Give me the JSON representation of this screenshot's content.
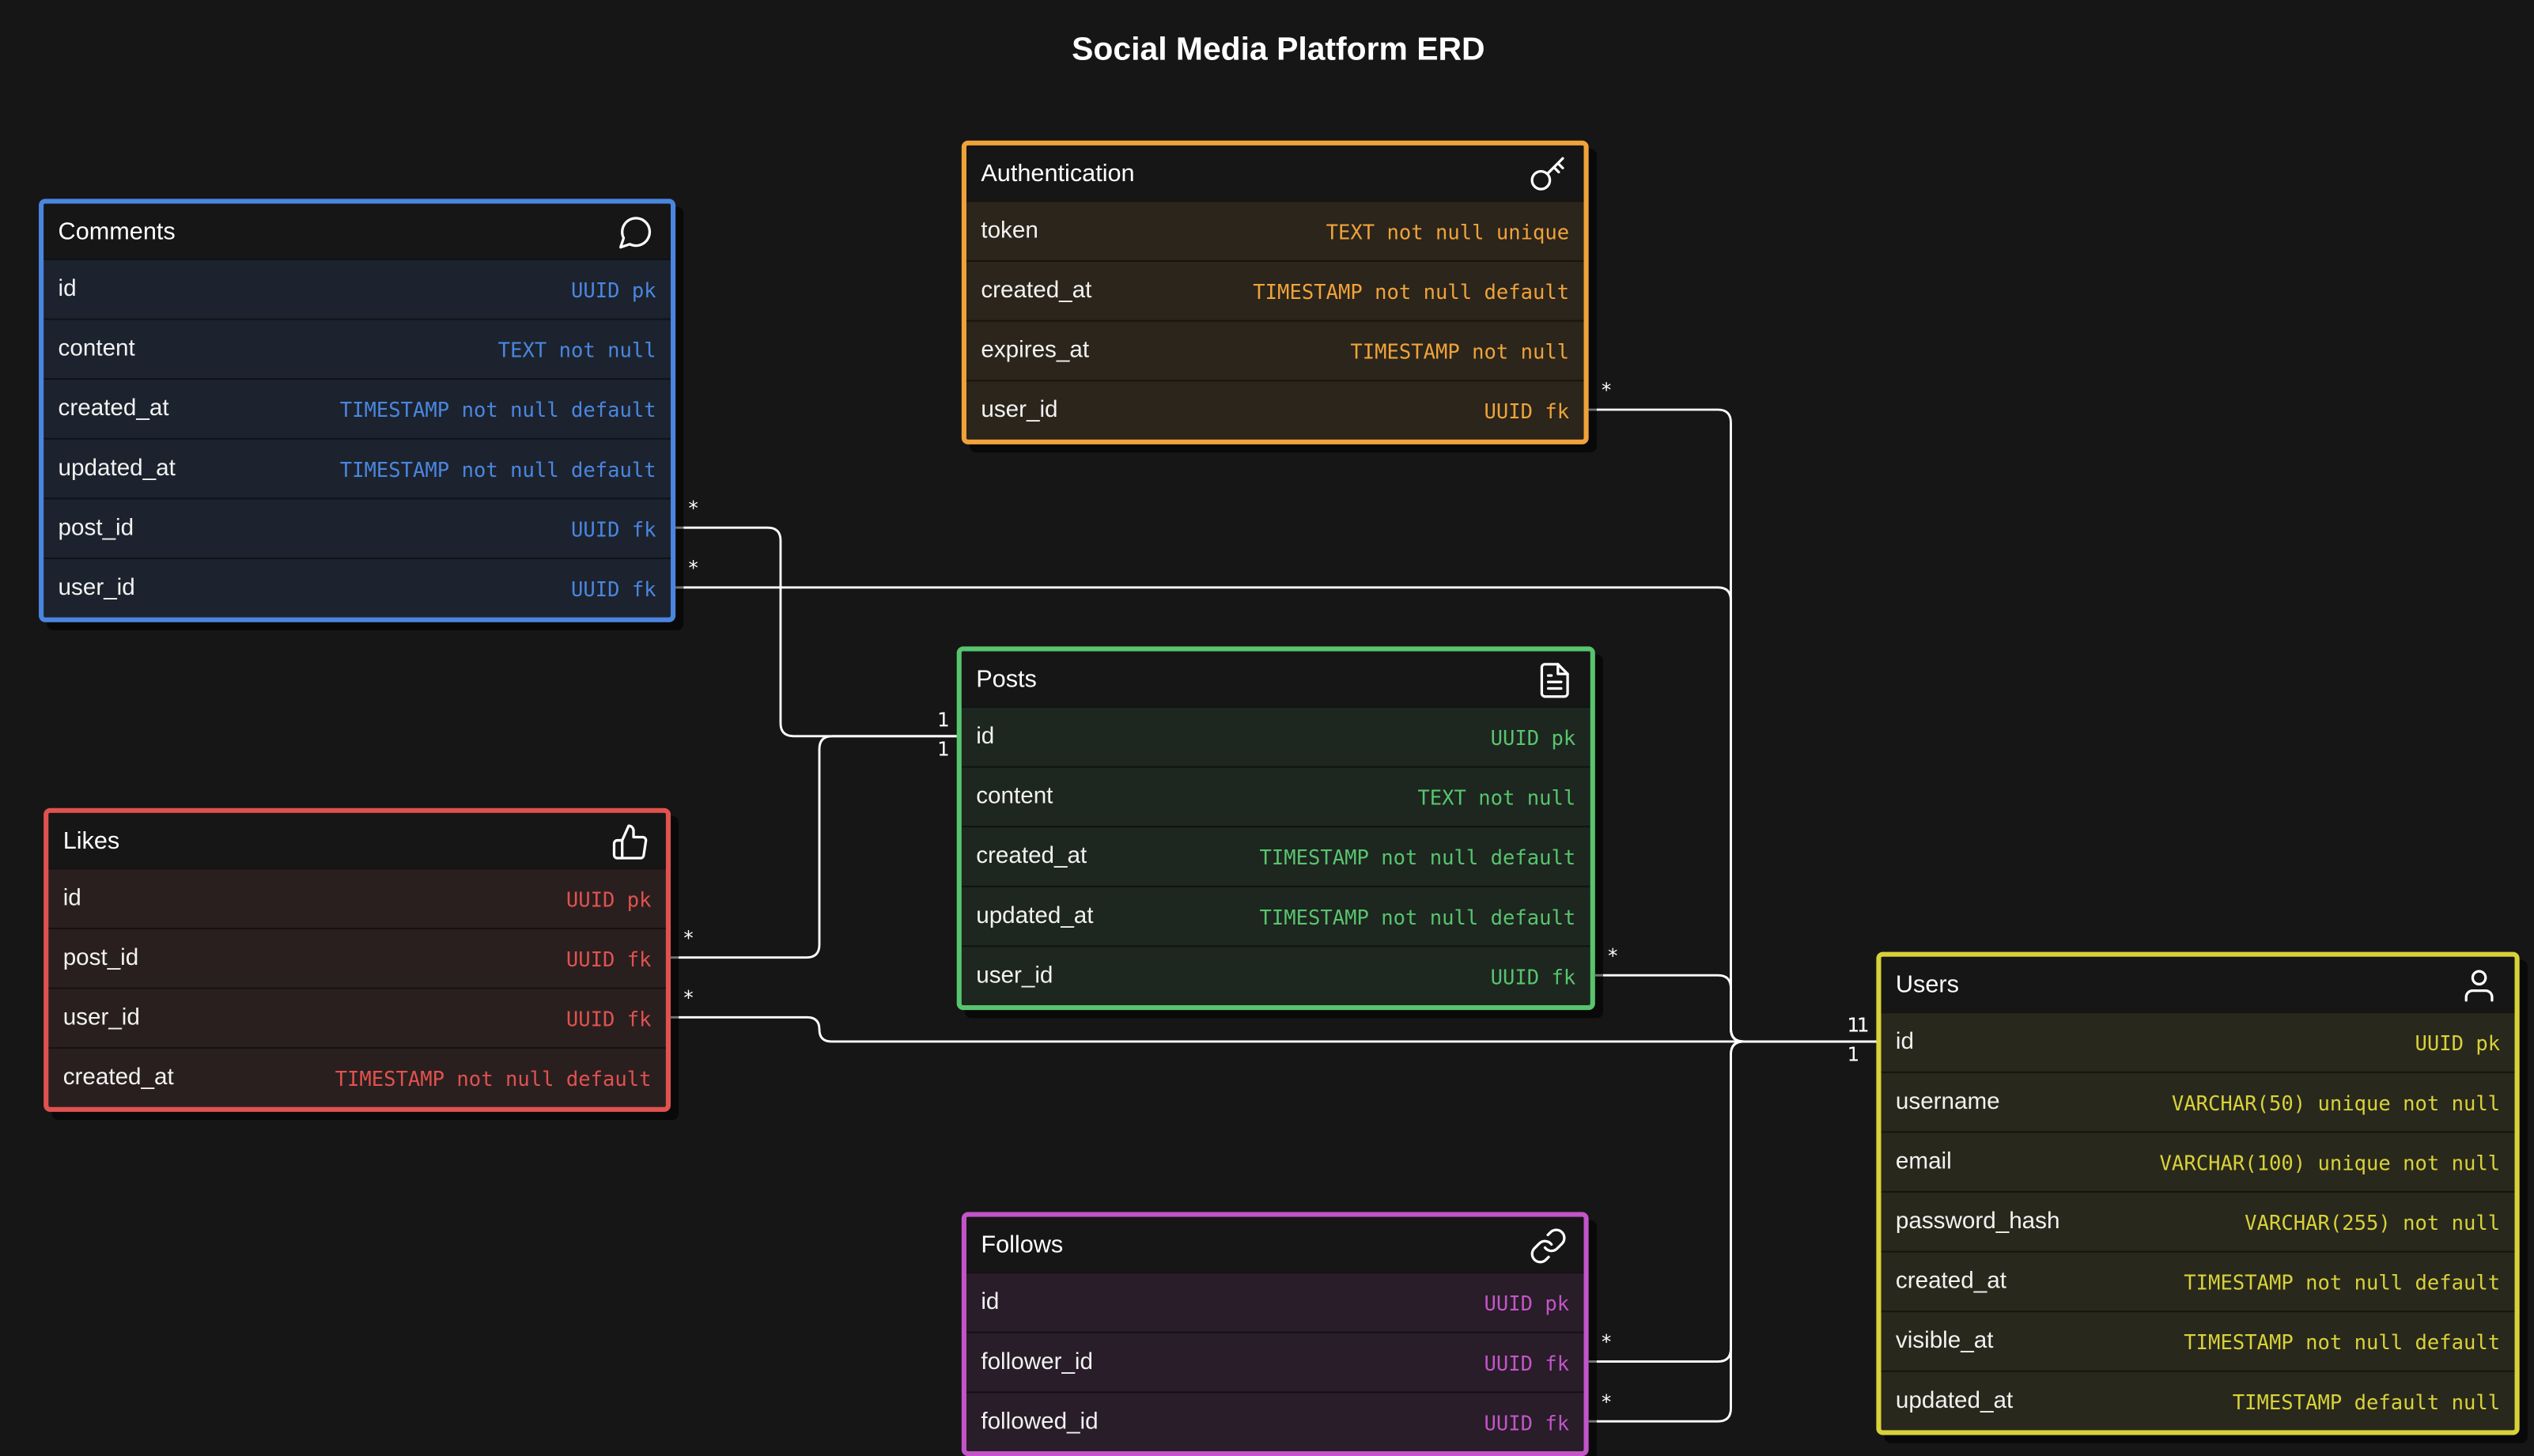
{
  "title": "Social Media Platform ERD",
  "entities": {
    "comments": {
      "name": "Comments",
      "icon": "comment-icon",
      "color": "#4a86e0",
      "bg": "#1c232e",
      "type_color": "#4a86e0",
      "fields": [
        {
          "name": "id",
          "type": "UUID pk"
        },
        {
          "name": "content",
          "type": "TEXT not null"
        },
        {
          "name": "created_at",
          "type": "TIMESTAMP not null default"
        },
        {
          "name": "updated_at",
          "type": "TIMESTAMP not null default"
        },
        {
          "name": "post_id",
          "type": "UUID fk"
        },
        {
          "name": "user_id",
          "type": "UUID fk"
        }
      ]
    },
    "likes": {
      "name": "Likes",
      "icon": "thumbs-up-icon",
      "color": "#e0524f",
      "bg": "#2a1f1f",
      "type_color": "#e0524f",
      "fields": [
        {
          "name": "id",
          "type": "UUID pk"
        },
        {
          "name": "post_id",
          "type": "UUID fk"
        },
        {
          "name": "user_id",
          "type": "UUID fk"
        },
        {
          "name": "created_at",
          "type": "TIMESTAMP not null default"
        }
      ]
    },
    "authentication": {
      "name": "Authentication",
      "icon": "key-icon",
      "color": "#f0a33a",
      "bg": "#2b251b",
      "type_color": "#f0a33a",
      "fields": [
        {
          "name": "token",
          "type": "TEXT not null unique"
        },
        {
          "name": "created_at",
          "type": "TIMESTAMP not null default"
        },
        {
          "name": "expires_at",
          "type": "TIMESTAMP not null"
        },
        {
          "name": "user_id",
          "type": "UUID fk"
        }
      ]
    },
    "posts": {
      "name": "Posts",
      "icon": "document-icon",
      "color": "#58c46e",
      "bg": "#1d261f",
      "type_color": "#58c46e",
      "fields": [
        {
          "name": "id",
          "type": "UUID pk"
        },
        {
          "name": "content",
          "type": "TEXT not null"
        },
        {
          "name": "created_at",
          "type": "TIMESTAMP not null default"
        },
        {
          "name": "updated_at",
          "type": "TIMESTAMP not null default"
        },
        {
          "name": "user_id",
          "type": "UUID fk"
        }
      ]
    },
    "follows": {
      "name": "Follows",
      "icon": "link-icon",
      "color": "#c454c9",
      "bg": "#281d28",
      "type_color": "#c454c9",
      "fields": [
        {
          "name": "id",
          "type": "UUID pk"
        },
        {
          "name": "follower_id",
          "type": "UUID fk"
        },
        {
          "name": "followed_id",
          "type": "UUID fk"
        }
      ]
    },
    "users": {
      "name": "Users",
      "icon": "user-icon",
      "color": "#d8d23a",
      "bg": "#29281c",
      "type_color": "#d8d23a",
      "fields": [
        {
          "name": "id",
          "type": "UUID pk"
        },
        {
          "name": "username",
          "type": "VARCHAR(50) unique not null"
        },
        {
          "name": "email",
          "type": "VARCHAR(100) unique not null"
        },
        {
          "name": "password_hash",
          "type": "VARCHAR(255) not null"
        },
        {
          "name": "created_at",
          "type": "TIMESTAMP not null default"
        },
        {
          "name": "visible_at",
          "type": "TIMESTAMP not null default"
        },
        {
          "name": "updated_at",
          "type": "TIMESTAMP default null"
        }
      ]
    }
  },
  "relationships": [
    {
      "from": "comments.post_id",
      "to": "posts.id",
      "from_card": "*",
      "to_card": "1"
    },
    {
      "from": "comments.user_id",
      "to": "users.id",
      "from_card": "*",
      "to_card": "1"
    },
    {
      "from": "likes.post_id",
      "to": "posts.id",
      "from_card": "*",
      "to_card": "1"
    },
    {
      "from": "likes.user_id",
      "to": "users.id",
      "from_card": "*",
      "to_card": "1"
    },
    {
      "from": "authentication.user_id",
      "to": "users.id",
      "from_card": "*",
      "to_card": "1"
    },
    {
      "from": "posts.user_id",
      "to": "users.id",
      "from_card": "*",
      "to_card": "1"
    },
    {
      "from": "follows.follower_id",
      "to": "users.id",
      "from_card": "*",
      "to_card": "1"
    },
    {
      "from": "follows.followed_id",
      "to": "users.id",
      "from_card": "*",
      "to_card": "1"
    }
  ]
}
